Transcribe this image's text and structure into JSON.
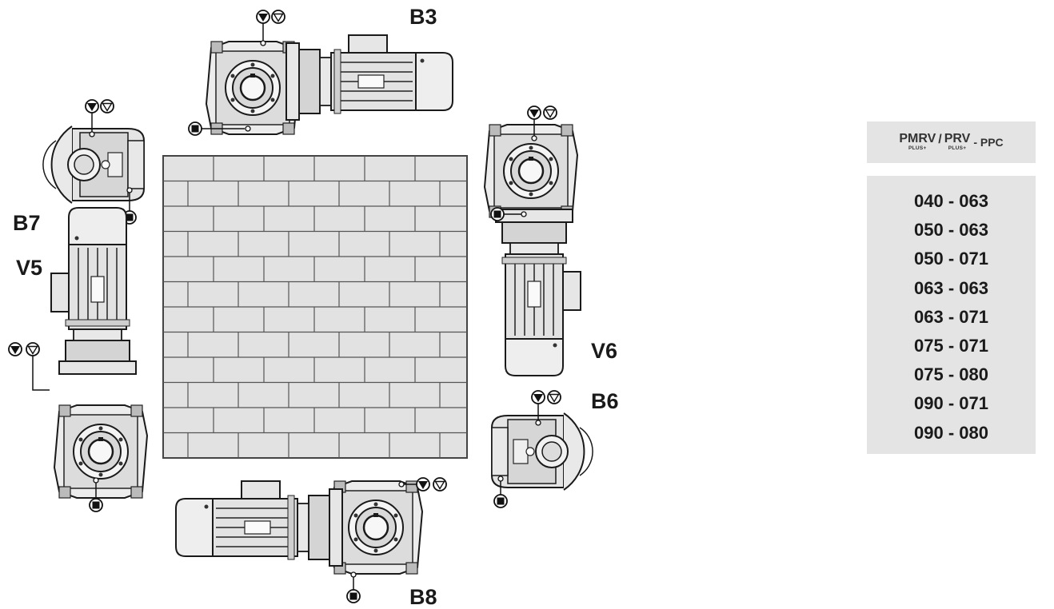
{
  "positions": {
    "b3": "B3",
    "b7": "B7",
    "v5": "V5",
    "v6": "V6",
    "b6": "B6",
    "b8": "B8"
  },
  "product_header": {
    "brand1": "PMRV",
    "brand1_sub": "PLUS+",
    "separator": "/",
    "brand2": "PRV",
    "brand2_sub": "PLUS+",
    "suffix": "- PPC"
  },
  "sizes": [
    "040 - 063",
    "050 - 063",
    "050 - 071",
    "063 - 063",
    "063 - 071",
    "075 - 071",
    "075 - 080",
    "090 - 071",
    "090 - 080"
  ],
  "colors": {
    "wall_fill": "#e2e2e2",
    "wall_stroke": "#555555",
    "panel_bg": "#e4e4e4"
  },
  "icons": [
    "fill-plug-icon",
    "level-plug-icon",
    "drain-plug-icon",
    "brick-wall-icon"
  ]
}
